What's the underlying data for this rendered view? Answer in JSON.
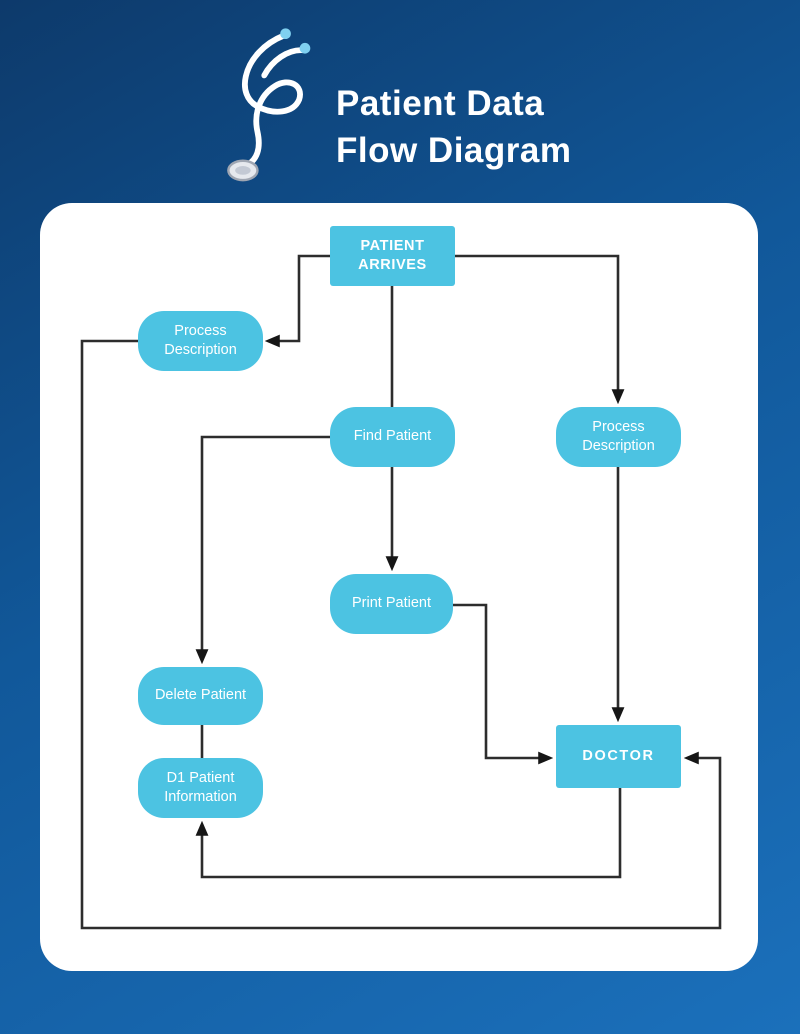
{
  "header": {
    "title_line1": "Patient Data",
    "title_line2": "Flow Diagram",
    "logo": "stethoscope-icon"
  },
  "colors": {
    "background_top_left": "#0d3a6b",
    "background_mid": "#11589a",
    "background_bottom_right": "#1b70bb",
    "panel_fill": "#ffffff",
    "node_fill": "#4cc3e2",
    "node_text": "#ffffff",
    "edge_stroke": "#2d2d2d",
    "arrowhead_fill": "#161616"
  },
  "diagram": {
    "nodes": [
      {
        "id": "patient-arrives",
        "label": "PATIENT ARRIVES",
        "shape": "rect"
      },
      {
        "id": "process-description-left",
        "label": "Process Description",
        "shape": "rounded"
      },
      {
        "id": "find-patient",
        "label": "Find Patient",
        "shape": "rounded"
      },
      {
        "id": "process-description-right",
        "label": "Process Description",
        "shape": "rounded"
      },
      {
        "id": "print-patient",
        "label": "Print Patient",
        "shape": "rounded"
      },
      {
        "id": "delete-patient",
        "label": "Delete Patient",
        "shape": "rounded"
      },
      {
        "id": "d1-patient-information",
        "label": "D1 Patient Information",
        "shape": "rounded"
      },
      {
        "id": "doctor",
        "label": "DOCTOR",
        "shape": "rect"
      }
    ],
    "edges": [
      {
        "from": "patient-arrives",
        "to": "process-description-left",
        "arrow": true
      },
      {
        "from": "patient-arrives",
        "to": "process-description-right",
        "arrow": true
      },
      {
        "from": "patient-arrives",
        "to": "find-patient",
        "arrow": false
      },
      {
        "from": "find-patient",
        "to": "delete-patient",
        "arrow": true
      },
      {
        "from": "find-patient",
        "to": "print-patient",
        "arrow": true
      },
      {
        "from": "delete-patient",
        "to": "d1-patient-information",
        "arrow": false
      },
      {
        "from": "print-patient",
        "to": "doctor",
        "arrow": true
      },
      {
        "from": "process-description-right",
        "to": "doctor",
        "arrow": true
      },
      {
        "from": "doctor",
        "to": "d1-patient-information",
        "arrow": true
      },
      {
        "from": "process-description-left",
        "to": "doctor",
        "arrow": true
      }
    ]
  }
}
